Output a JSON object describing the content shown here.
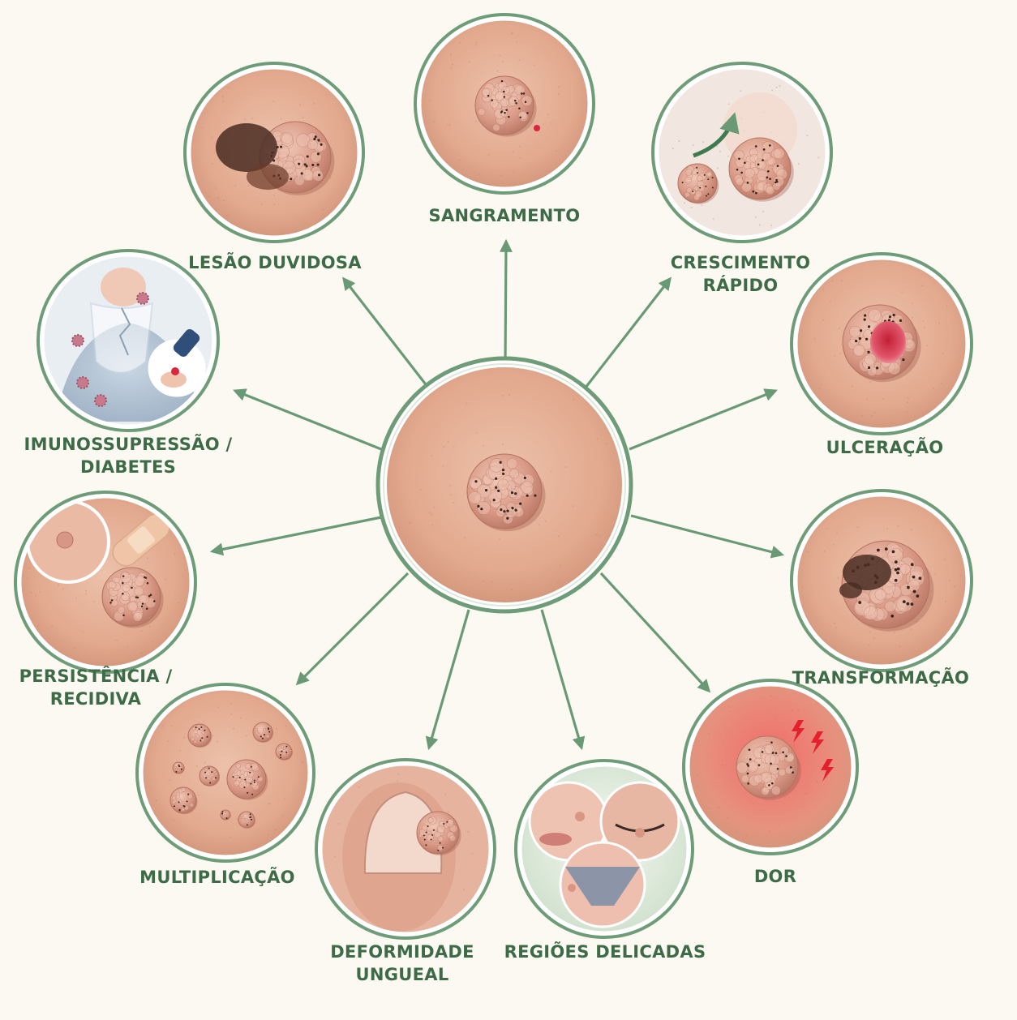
{
  "colors": {
    "background": "#fbf9f1",
    "ring": "#6f9c78",
    "arrow": "#6a9a75",
    "label": "#3d6b48",
    "skin": "#e4ae93",
    "wart": "#dca08c",
    "dark_lesion": "#4a2d22",
    "blood": "#d7263d",
    "pain_glow": "#f05a5a"
  },
  "center": {
    "name": "wart-central-image",
    "lines": []
  },
  "nodes": [
    {
      "id": "sangramento",
      "icon": "bleeding-wart-image",
      "lines": [
        "SANGRAMENTO"
      ]
    },
    {
      "id": "crescimento-rapido",
      "icon": "rapid-growth-image",
      "lines": [
        "CRESCIMENTO",
        "RÁPIDO"
      ]
    },
    {
      "id": "ulceracao",
      "icon": "ulcerated-wart-image",
      "lines": [
        "ULCERAÇÃO"
      ]
    },
    {
      "id": "transformacao",
      "icon": "transforming-lesion-image",
      "lines": [
        "TRANSFORMAÇÃO"
      ]
    },
    {
      "id": "dor",
      "icon": "painful-wart-image",
      "lines": [
        "DOR"
      ]
    },
    {
      "id": "regioes-delicadas",
      "icon": "delicate-regions-image",
      "lines": [
        "REGIÕES DELICADAS"
      ]
    },
    {
      "id": "deformidade-ungueal",
      "icon": "nail-deformity-image",
      "lines": [
        "DEFORMIDADE",
        "UNGUEAL"
      ]
    },
    {
      "id": "multiplicacao",
      "icon": "multiple-warts-image",
      "lines": [
        "MULTIPLICAÇÃO"
      ]
    },
    {
      "id": "persistencia-recidiva",
      "icon": "recurrence-image",
      "lines": [
        "PERSISTÊNCIA /",
        "RECIDIVA"
      ]
    },
    {
      "id": "imunossupressao-diabetes",
      "icon": "immunosuppression-diabetes-image",
      "lines": [
        "IMUNOSSUPRESSÃO /",
        "DIABETES"
      ]
    },
    {
      "id": "lesao-duvidosa",
      "icon": "doubtful-lesion-image",
      "lines": [
        "LESÃO DUVIDOSA"
      ]
    }
  ]
}
